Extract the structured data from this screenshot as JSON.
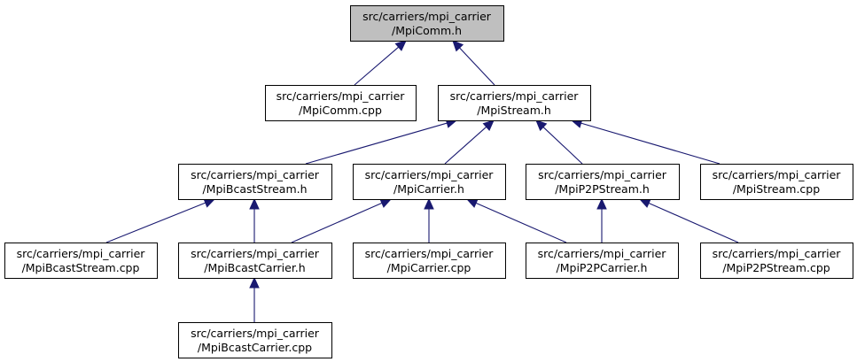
{
  "colors": {
    "edge": "#191970",
    "root_fill": "#bfbfbf",
    "node_fill": "#ffffff",
    "border": "#000000"
  },
  "nodes": [
    {
      "id": "mpicomm_h",
      "lines": [
        "src/carriers/mpi_carrier",
        "/MpiComm.h"
      ],
      "root": true
    },
    {
      "id": "mpicomm_cpp",
      "lines": [
        "src/carriers/mpi_carrier",
        "/MpiComm.cpp"
      ]
    },
    {
      "id": "mpistream_h",
      "lines": [
        "src/carriers/mpi_carrier",
        "/MpiStream.h"
      ]
    },
    {
      "id": "mpibcaststream_h",
      "lines": [
        "src/carriers/mpi_carrier",
        "/MpiBcastStream.h"
      ]
    },
    {
      "id": "mpicarrier_h",
      "lines": [
        "src/carriers/mpi_carrier",
        "/MpiCarrier.h"
      ]
    },
    {
      "id": "mpip2pstream_h",
      "lines": [
        "src/carriers/mpi_carrier",
        "/MpiP2PStream.h"
      ]
    },
    {
      "id": "mpistream_cpp",
      "lines": [
        "src/carriers/mpi_carrier",
        "/MpiStream.cpp"
      ]
    },
    {
      "id": "mpibcaststream_cpp",
      "lines": [
        "src/carriers/mpi_carrier",
        "/MpiBcastStream.cpp"
      ]
    },
    {
      "id": "mpibcastcarrier_h",
      "lines": [
        "src/carriers/mpi_carrier",
        "/MpiBcastCarrier.h"
      ]
    },
    {
      "id": "mpicarrier_cpp",
      "lines": [
        "src/carriers/mpi_carrier",
        "/MpiCarrier.cpp"
      ]
    },
    {
      "id": "mpip2pcarrier_h",
      "lines": [
        "src/carriers/mpi_carrier",
        "/MpiP2PCarrier.h"
      ]
    },
    {
      "id": "mpip2pstream_cpp",
      "lines": [
        "src/carriers/mpi_carrier",
        "/MpiP2PStream.cpp"
      ]
    },
    {
      "id": "mpibcastcarrier_cpp",
      "lines": [
        "src/carriers/mpi_carrier",
        "/MpiBcastCarrier.cpp"
      ]
    }
  ],
  "edges": [
    {
      "from": "mpicomm_cpp",
      "to": "mpicomm_h"
    },
    {
      "from": "mpistream_h",
      "to": "mpicomm_h"
    },
    {
      "from": "mpibcaststream_h",
      "to": "mpistream_h"
    },
    {
      "from": "mpicarrier_h",
      "to": "mpistream_h"
    },
    {
      "from": "mpip2pstream_h",
      "to": "mpistream_h"
    },
    {
      "from": "mpistream_cpp",
      "to": "mpistream_h"
    },
    {
      "from": "mpibcaststream_cpp",
      "to": "mpibcaststream_h"
    },
    {
      "from": "mpibcastcarrier_h",
      "to": "mpibcaststream_h"
    },
    {
      "from": "mpibcastcarrier_h",
      "to": "mpicarrier_h"
    },
    {
      "from": "mpicarrier_cpp",
      "to": "mpicarrier_h"
    },
    {
      "from": "mpip2pcarrier_h",
      "to": "mpicarrier_h"
    },
    {
      "from": "mpip2pcarrier_h",
      "to": "mpip2pstream_h"
    },
    {
      "from": "mpip2pstream_cpp",
      "to": "mpip2pstream_h"
    },
    {
      "from": "mpibcastcarrier_cpp",
      "to": "mpibcastcarrier_h"
    }
  ]
}
